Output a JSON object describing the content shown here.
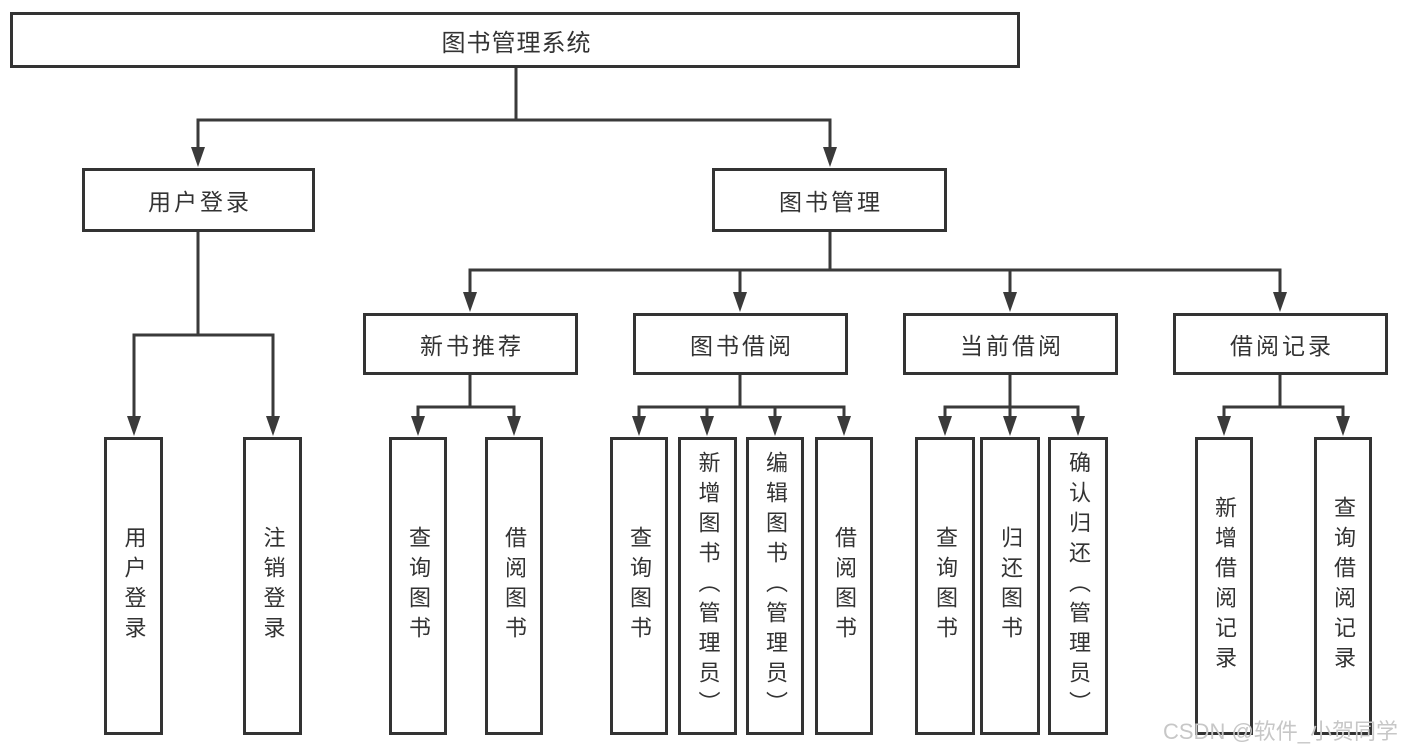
{
  "diagram": {
    "root": {
      "label": "图书管理系统"
    },
    "level2": [
      {
        "label": "用户登录",
        "leaves": [
          {
            "label": "用户登录"
          },
          {
            "label": "注销登录"
          }
        ]
      },
      {
        "label": "图书管理",
        "groups": [
          {
            "label": "新书推荐",
            "leaves": [
              {
                "label": "查询图书"
              },
              {
                "label": "借阅图书"
              }
            ]
          },
          {
            "label": "图书借阅",
            "leaves": [
              {
                "label": "查询图书"
              },
              {
                "label": "新增图书（管理员）"
              },
              {
                "label": "编辑图书（管理员）"
              },
              {
                "label": "借阅图书"
              }
            ]
          },
          {
            "label": "当前借阅",
            "leaves": [
              {
                "label": "查询图书"
              },
              {
                "label": "归还图书"
              },
              {
                "label": "确认归还（管理员）"
              }
            ]
          },
          {
            "label": "借阅记录",
            "leaves": [
              {
                "label": "新增借阅记录"
              },
              {
                "label": "查询借阅记录"
              }
            ]
          }
        ]
      }
    ]
  },
  "watermark": {
    "text": "CSDN @软件_小贺同学"
  },
  "colors": {
    "line": "#3a3a3a",
    "box_border": "#333333",
    "text": "#333333",
    "watermark": "#c7c7c7",
    "background": "#ffffff"
  }
}
